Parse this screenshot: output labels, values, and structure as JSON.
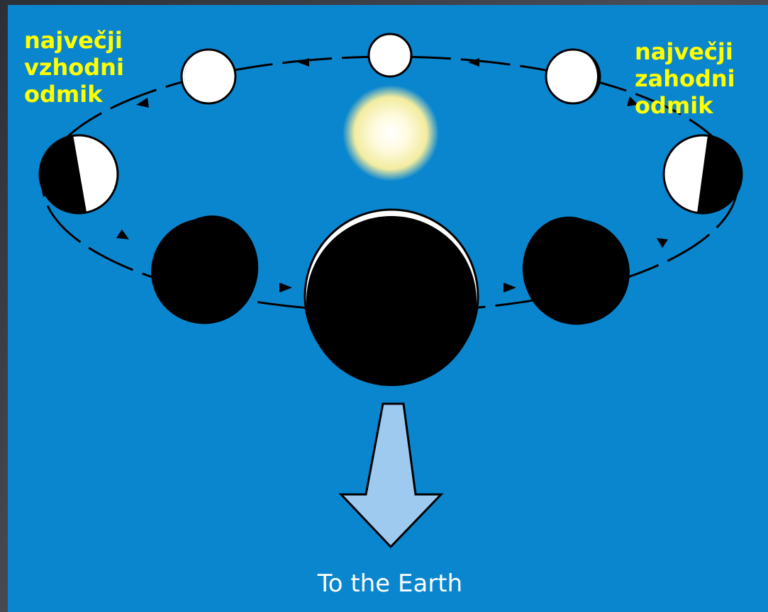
{
  "labels": {
    "east_elongation": [
      "največji",
      "vzhodni",
      "odmik"
    ],
    "west_elongation": [
      "največji",
      "zahodni",
      "odmik"
    ],
    "earth_direction": "To the Earth"
  },
  "colors": {
    "background": "#0a86cf",
    "label_color": "#ffff00",
    "planet_dark": "#000000",
    "planet_lit": "#ffffff",
    "sun_core": "#fffbe0",
    "sun_glow": "#f2eca0",
    "arrow_fill": "#9fcaf0"
  }
}
